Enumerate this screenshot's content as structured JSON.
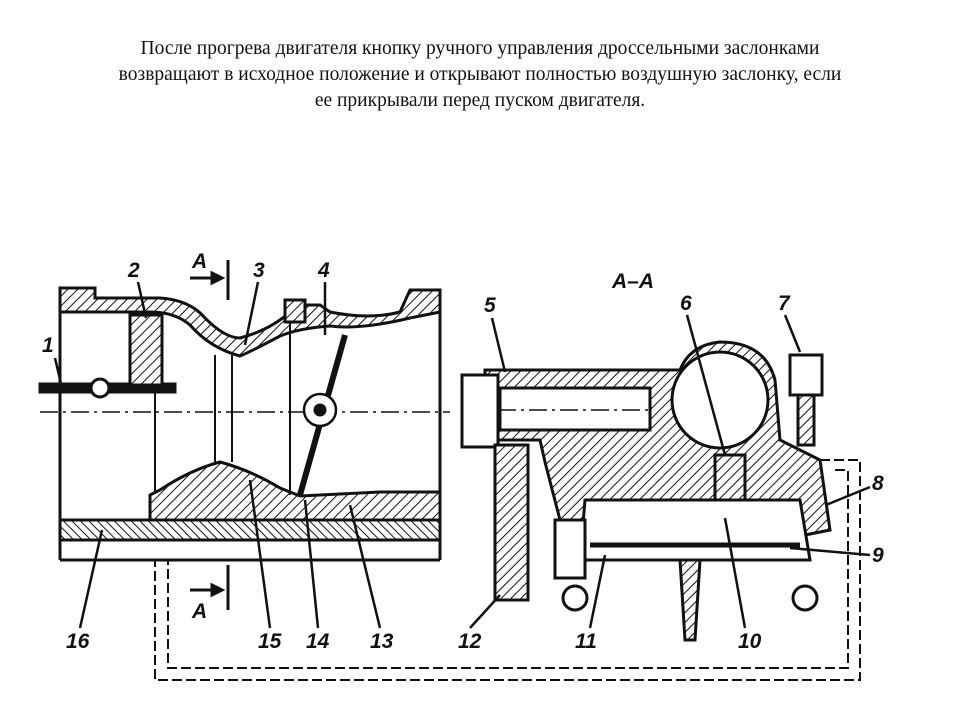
{
  "caption": {
    "line1": "После прогрева двигателя кнопку ручного управления дроссельными заслонками",
    "line2": "возвращают в исходное положение и открывают полностью воздушную заслонку, если",
    "line3": "ее прикрывали перед пуском двигателя."
  },
  "diagram": {
    "section_label": "А–А",
    "section_marker_top": "А",
    "section_marker_bottom": "А",
    "callouts": [
      "1",
      "2",
      "3",
      "4",
      "5",
      "6",
      "7",
      "8",
      "9",
      "10",
      "11",
      "12",
      "13",
      "14",
      "15",
      "16"
    ]
  }
}
